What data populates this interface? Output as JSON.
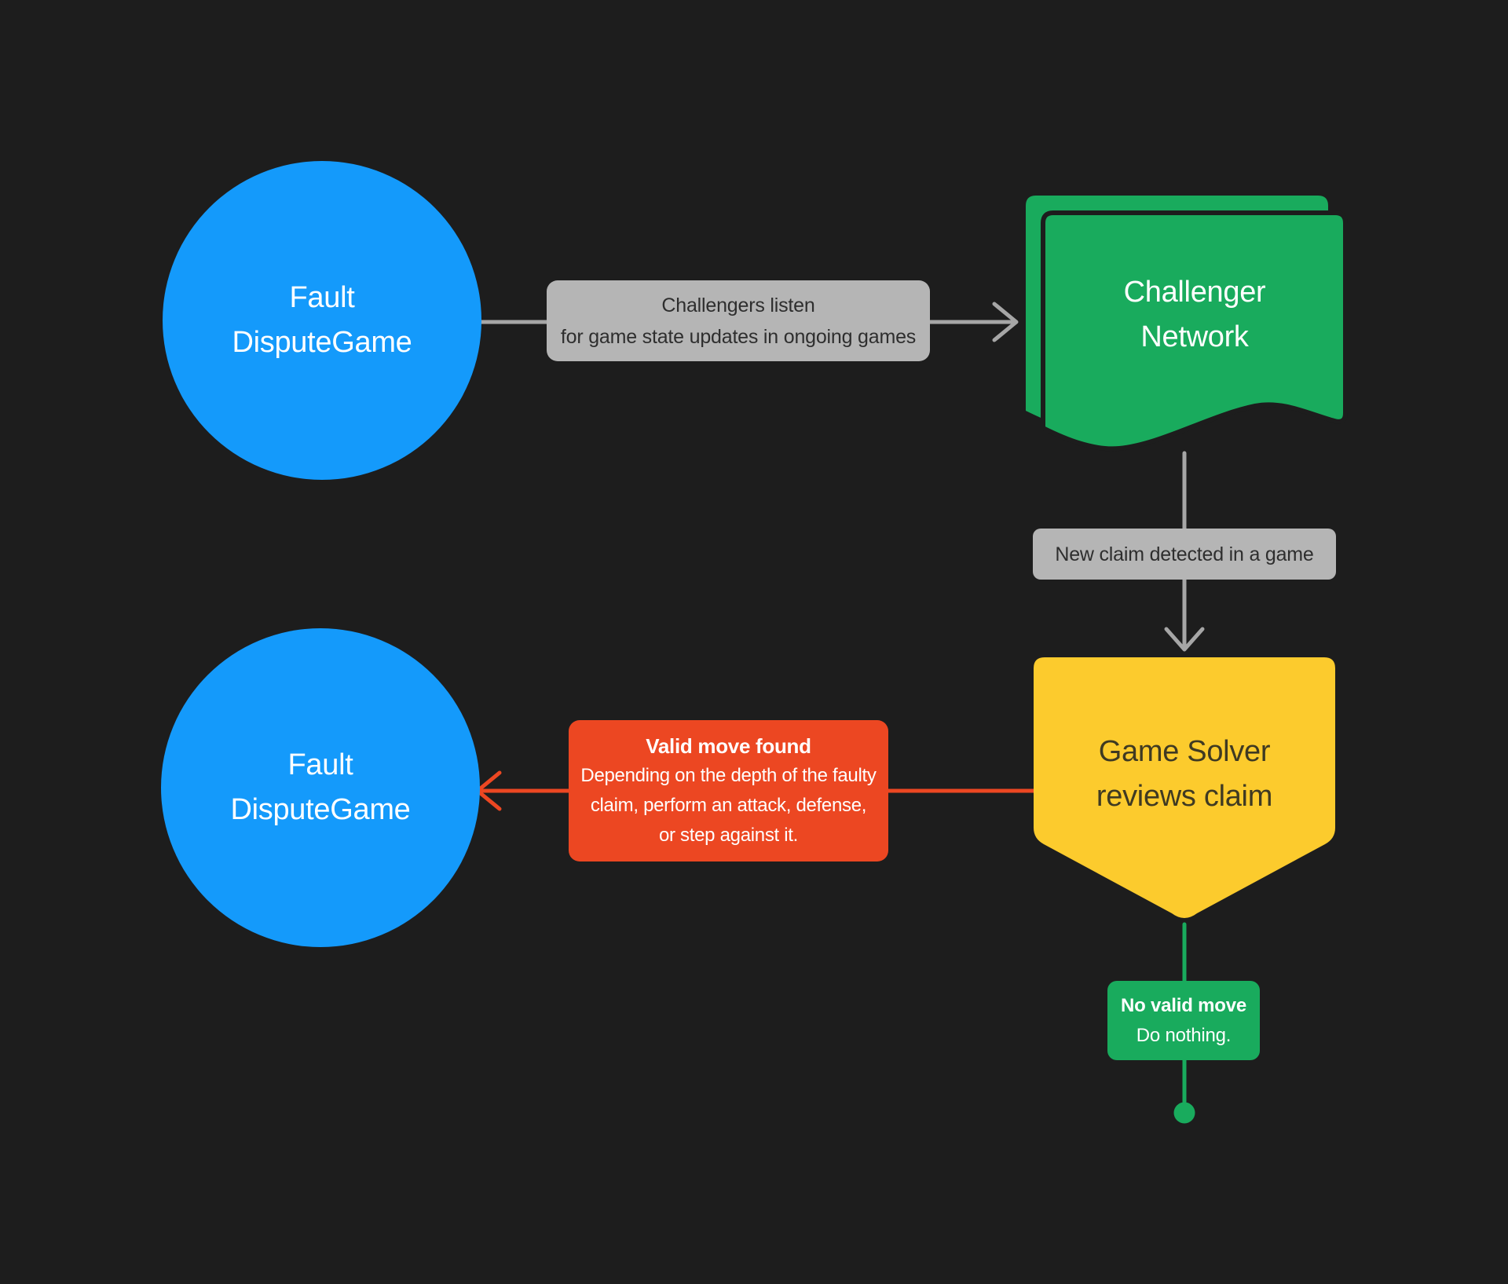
{
  "colors": {
    "background": "#1D1D1D",
    "blue": "#149AFB",
    "green": "#19AB5D",
    "yellow": "#FCCB2D",
    "red": "#EC4722",
    "gray_label": "#B5B5B5",
    "gray_line": "#A6A6A6",
    "dark_text": "#2E2E2E",
    "yellow_text": "#3F3A22",
    "white_text": "#FFFFFF"
  },
  "nodes": {
    "fault_dispute_game_top": {
      "label": "Fault\nDisputeGame",
      "shape": "circle"
    },
    "challenger_network": {
      "label": "Challenger\nNetwork",
      "shape": "stacked-flag"
    },
    "game_solver": {
      "label": "Game Solver\nreviews claim",
      "shape": "pentagon-down"
    },
    "fault_dispute_game_bottom": {
      "label": "Fault\nDisputeGame",
      "shape": "circle"
    }
  },
  "edges": {
    "listen": {
      "label": "Challengers listen\nfor game state updates in ongoing games"
    },
    "new_claim": {
      "label": "New claim detected in a game"
    },
    "valid_move": {
      "title": "Valid move found",
      "body": "Depending on the depth of the faulty\nclaim, perform an attack, defense,\nor step against it."
    },
    "no_valid_move": {
      "title": "No valid move",
      "body": "Do nothing."
    }
  }
}
